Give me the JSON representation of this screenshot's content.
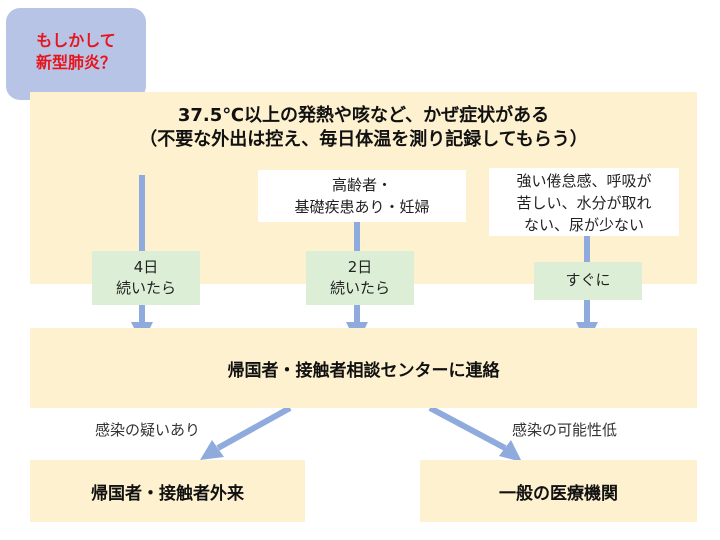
{
  "corner": {
    "line1": "もしかして",
    "line2": "新型肺炎？"
  },
  "main": {
    "line1": "37.5℃以上の発熱や咳など、かぜ症状がある",
    "line2": "（不要な外出は控え、毎日体温を測り記録してもらう）"
  },
  "elderly_box": {
    "line1": "高齢者・",
    "line2": "基礎疾患あり・妊婦"
  },
  "severe_box": {
    "line1": "強い倦怠感、呼吸が",
    "line2": "苦しい、水分が取れ",
    "line3": "ない、尿が少ない"
  },
  "duration": {
    "general": {
      "line1": "4日",
      "line2": "続いたら"
    },
    "elderly": {
      "line1": "2日",
      "line2": "続いたら"
    },
    "severe": {
      "label": "すぐに"
    }
  },
  "consult_center": "帰国者・接触者相談センターに連絡",
  "branches": {
    "suspected_label": "感染の疑いあり",
    "low_label": "感染の可能性低"
  },
  "outpatient": "帰国者・接触者外来",
  "general_clinic": "一般の医療機関",
  "colors": {
    "arrow": "#8faadc",
    "cream": "#fdf1cf",
    "green": "#dcefd6",
    "corner": "#b7c4e6",
    "alert_text": "#e8141b"
  }
}
